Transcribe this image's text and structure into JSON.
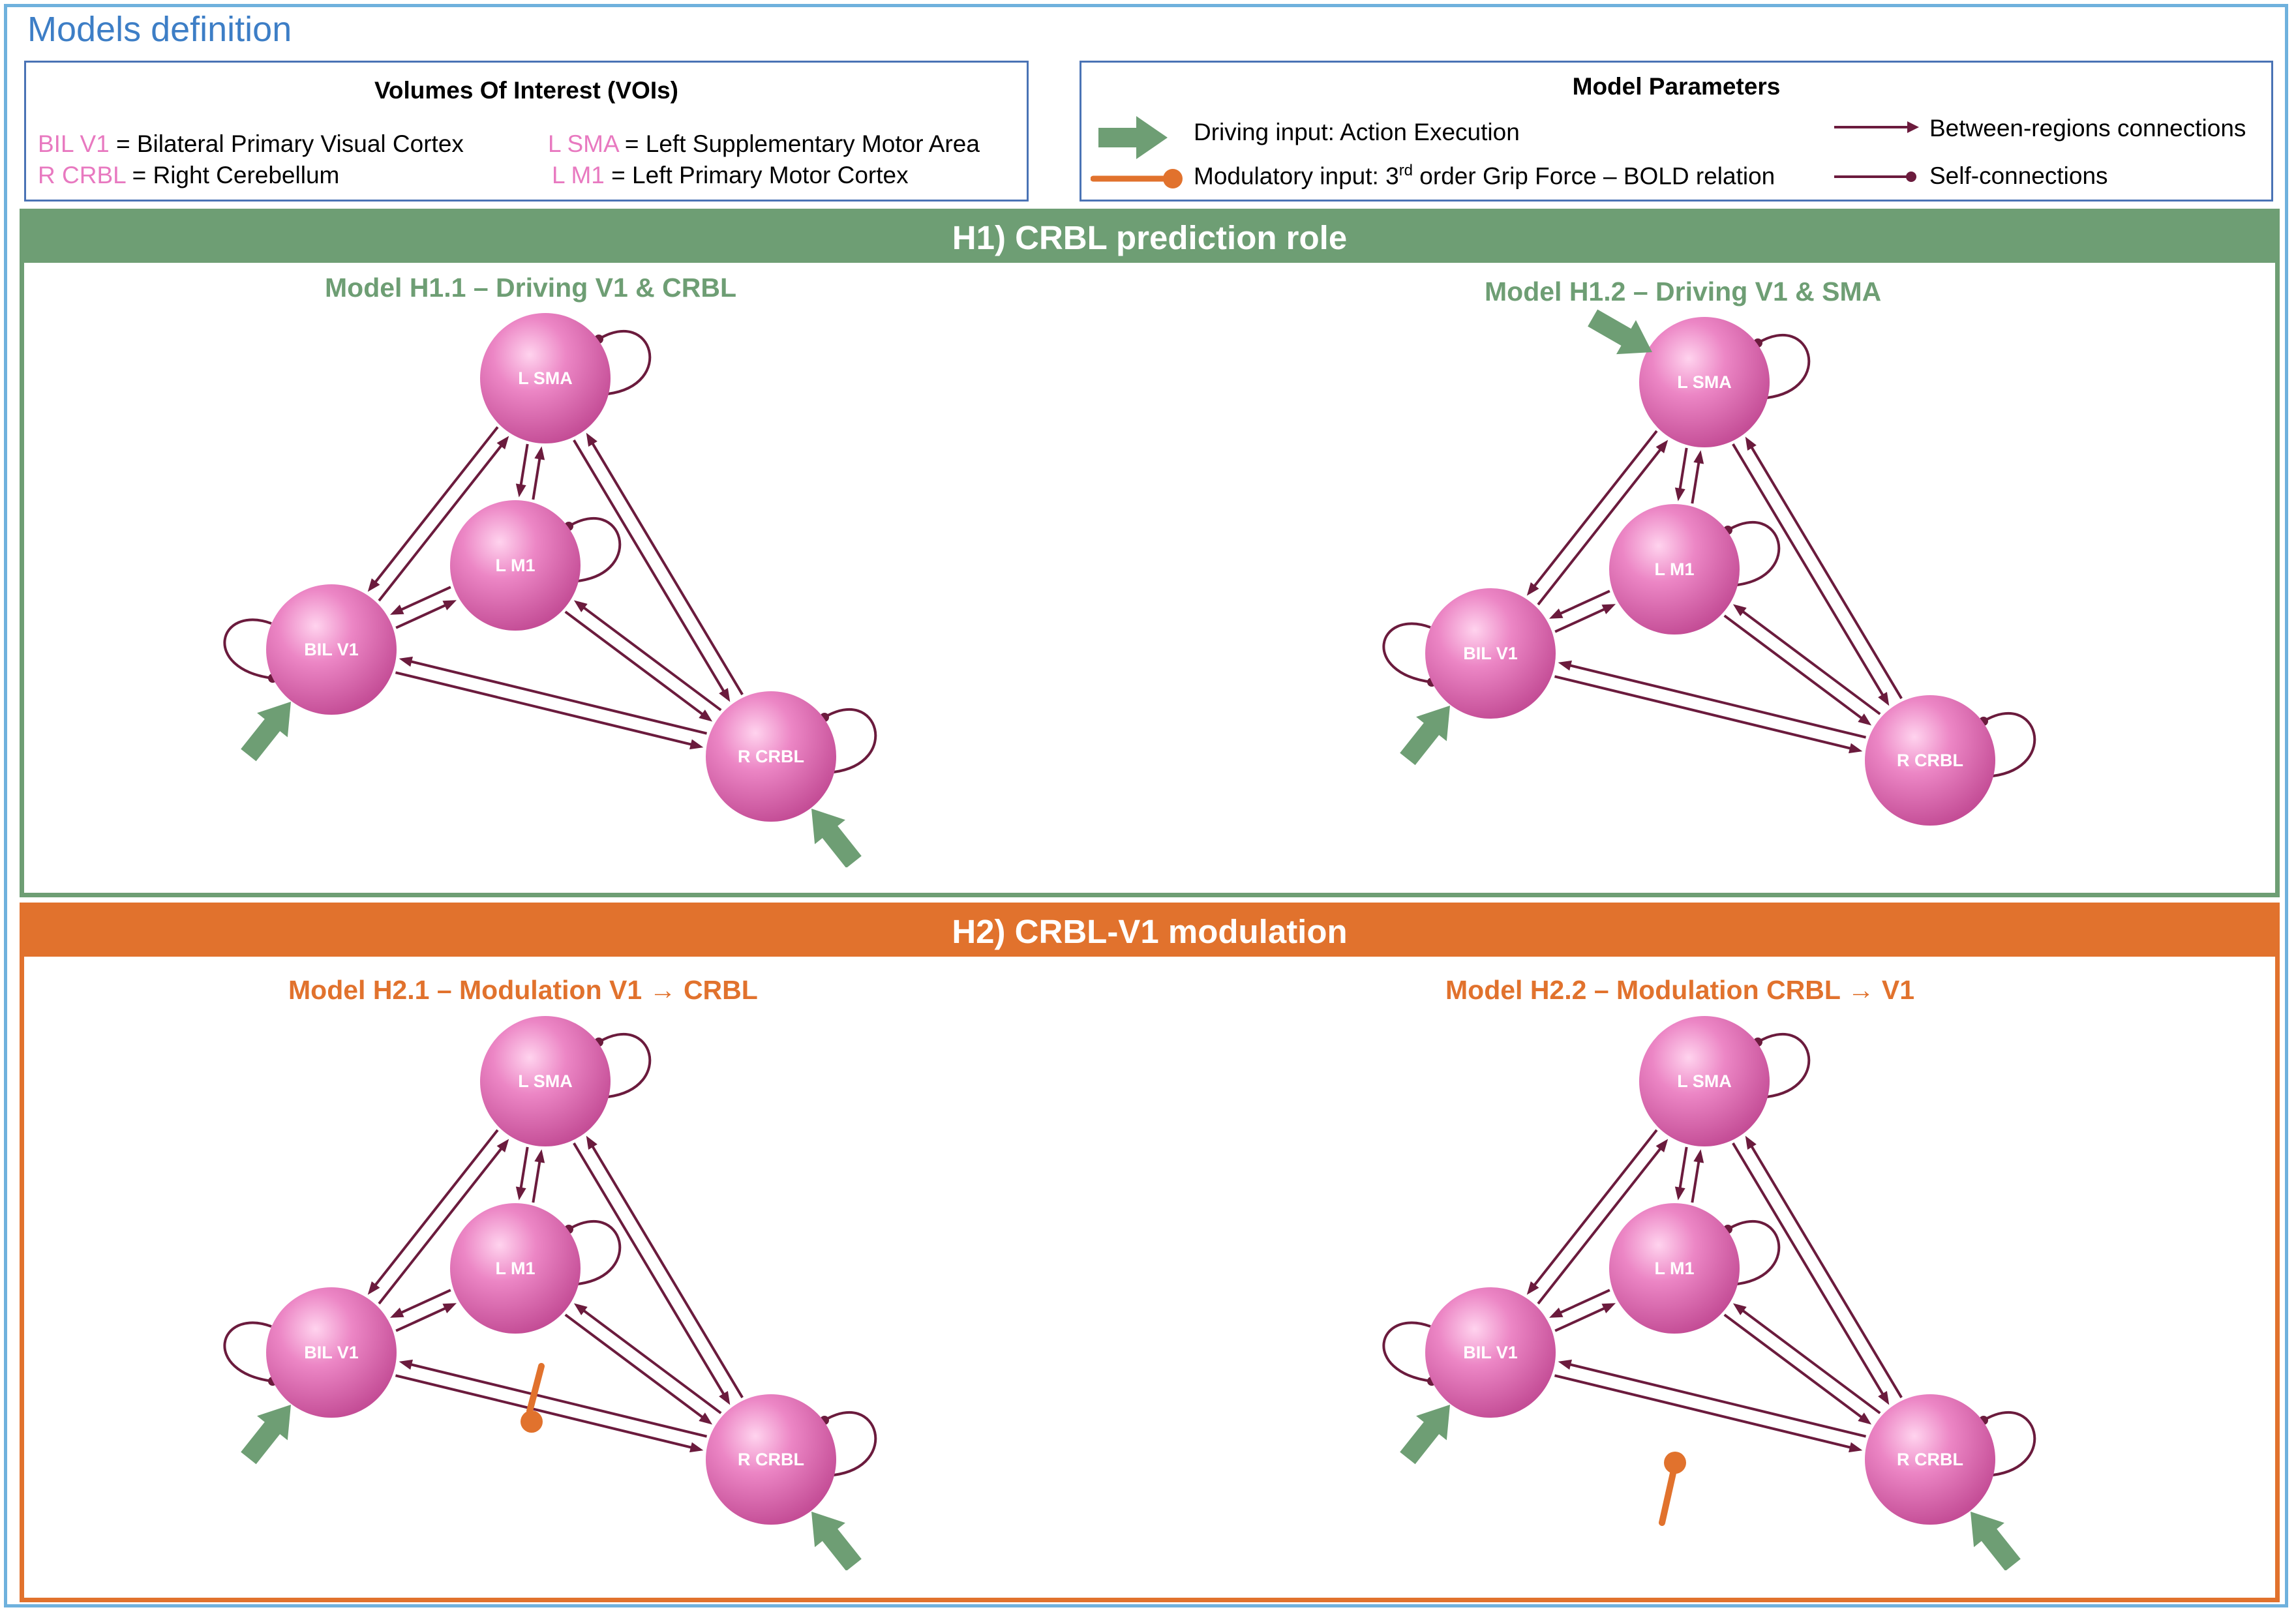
{
  "page_title": "Models definition",
  "vois": {
    "title": "Volumes Of Interest (VOIs)",
    "items": [
      {
        "abbr": "BIL V1",
        "def": " = Bilateral Primary Visual Cortex"
      },
      {
        "abbr": "R CRBL",
        "def": " = Right Cerebellum"
      },
      {
        "abbr": "L SMA",
        "def": " = Left Supplementary Motor Area"
      },
      {
        "abbr": "L M1",
        "def": " = Left Primary Motor Cortex"
      }
    ]
  },
  "params": {
    "title": "Model Parameters",
    "driving": "Driving input: Action Execution",
    "modulatory_pre": "Modulatory input: 3",
    "modulatory_sup": "rd",
    "modulatory_post": " order Grip Force – BOLD relation",
    "between": "Between-regions connections",
    "self": "Self-connections"
  },
  "node_labels": {
    "sma": "L SMA",
    "m1": "L M1",
    "v1": "BIL V1",
    "crbl": "R CRBL"
  },
  "sections": [
    {
      "title": "H1) CRBL prediction role",
      "color": "#6e9e74",
      "models": [
        {
          "title": "Model H1.1 – Driving V1 & CRBL",
          "driving": [
            "v1",
            "crbl"
          ],
          "modulation": null
        },
        {
          "title": "Model H1.2 – Driving V1 & SMA",
          "driving": [
            "v1",
            "sma"
          ],
          "modulation": null
        }
      ]
    },
    {
      "title": "H2) CRBL-V1 modulation",
      "color": "#e1722d",
      "models": [
        {
          "title": "Model H2.1 – Modulation  V1 → CRBL",
          "driving": [
            "v1",
            "crbl"
          ],
          "modulation": "v1_to_crbl"
        },
        {
          "title": "Model H2.2 – Modulation CRBL → V1",
          "driving": [
            "v1",
            "crbl"
          ],
          "modulation": "crbl_to_v1"
        }
      ]
    }
  ],
  "colors": {
    "driving": "#6e9e74",
    "modulatory": "#e1722d",
    "connection": "#6b1b3d",
    "node": "#e26bb2",
    "h1": "#6e9e74",
    "h2": "#e1722d",
    "title_blue": "#3d7ec6"
  }
}
